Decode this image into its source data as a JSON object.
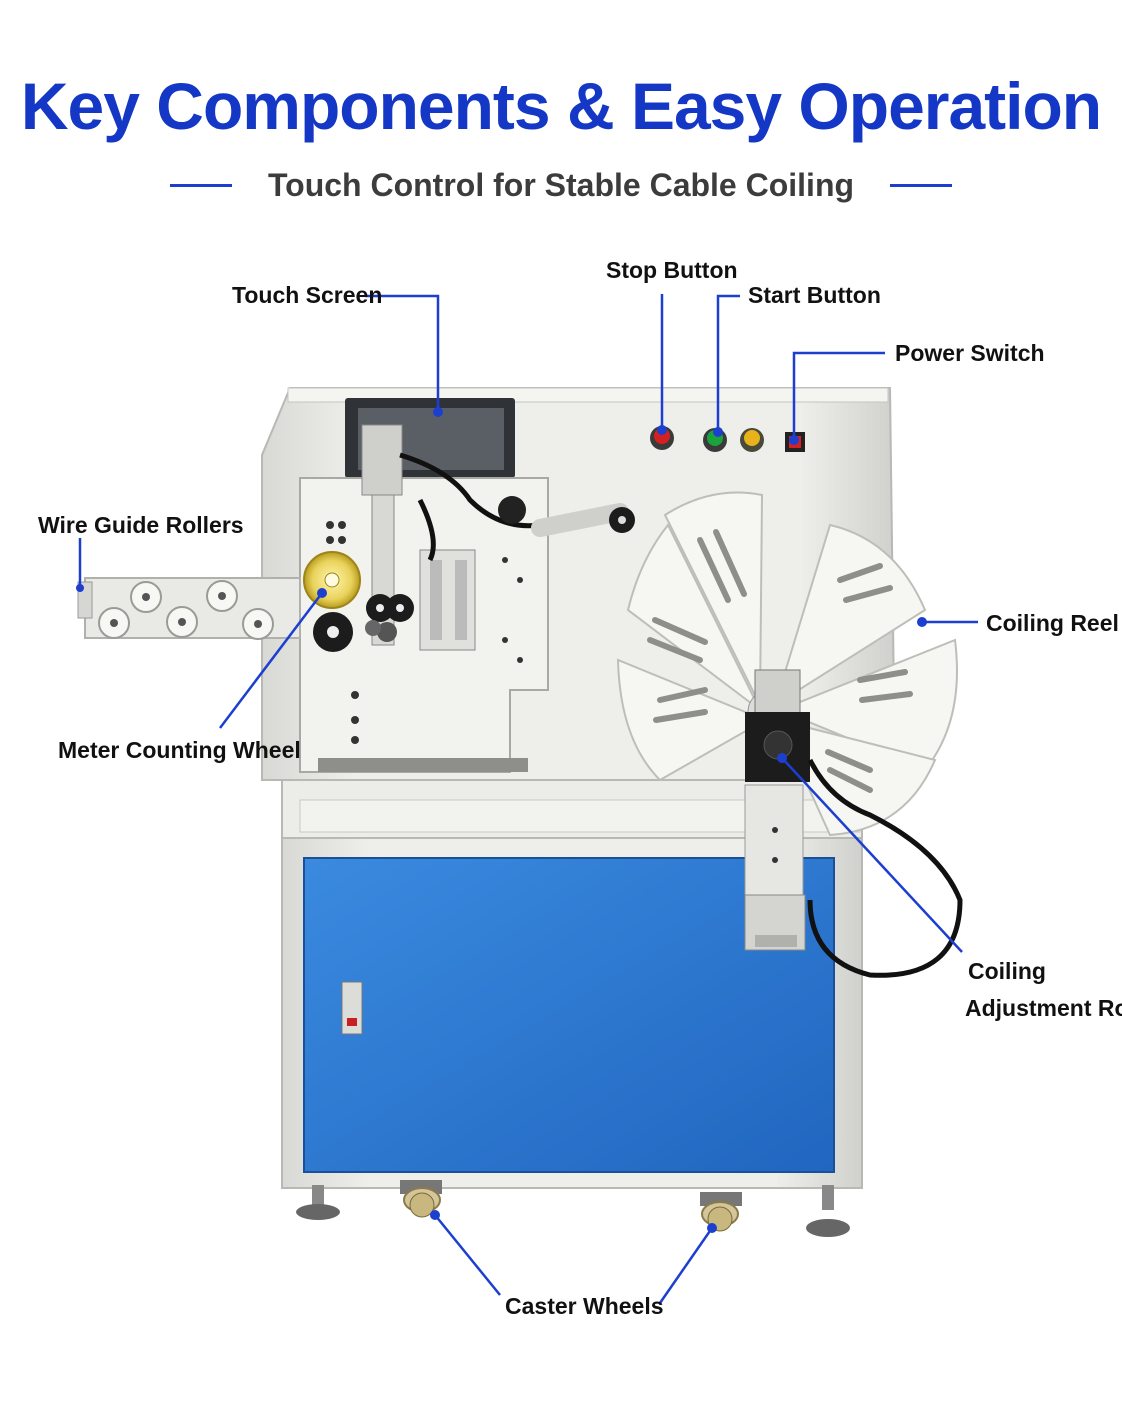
{
  "header": {
    "title": "Key Components & Easy Operation",
    "subtitle": "Touch Control for Stable Cable Coiling"
  },
  "callouts": {
    "touch_screen": "Touch Screen",
    "stop_button": "Stop Button",
    "start_button": "Start Button",
    "power_switch": "Power Switch",
    "wire_guide_rollers": "Wire Guide Rollers",
    "coiling_reel": "Coiling Reel",
    "meter_counting_wheel": "Meter Counting Wheel",
    "coiling_adjustment_rod_line1": "Coiling",
    "coiling_adjustment_rod_line2": "Adjustment Rod",
    "caster_wheels": "Caster Wheels"
  },
  "colors": {
    "title_blue": "#1437c6",
    "callout_line_blue": "#1c3fd0",
    "cabinet_blue": "#2f7ed6",
    "machine_body": "#e6e6e2",
    "stop_red": "#d42020",
    "start_green": "#1aa33a",
    "indicator_yellow": "#e8b21c"
  }
}
